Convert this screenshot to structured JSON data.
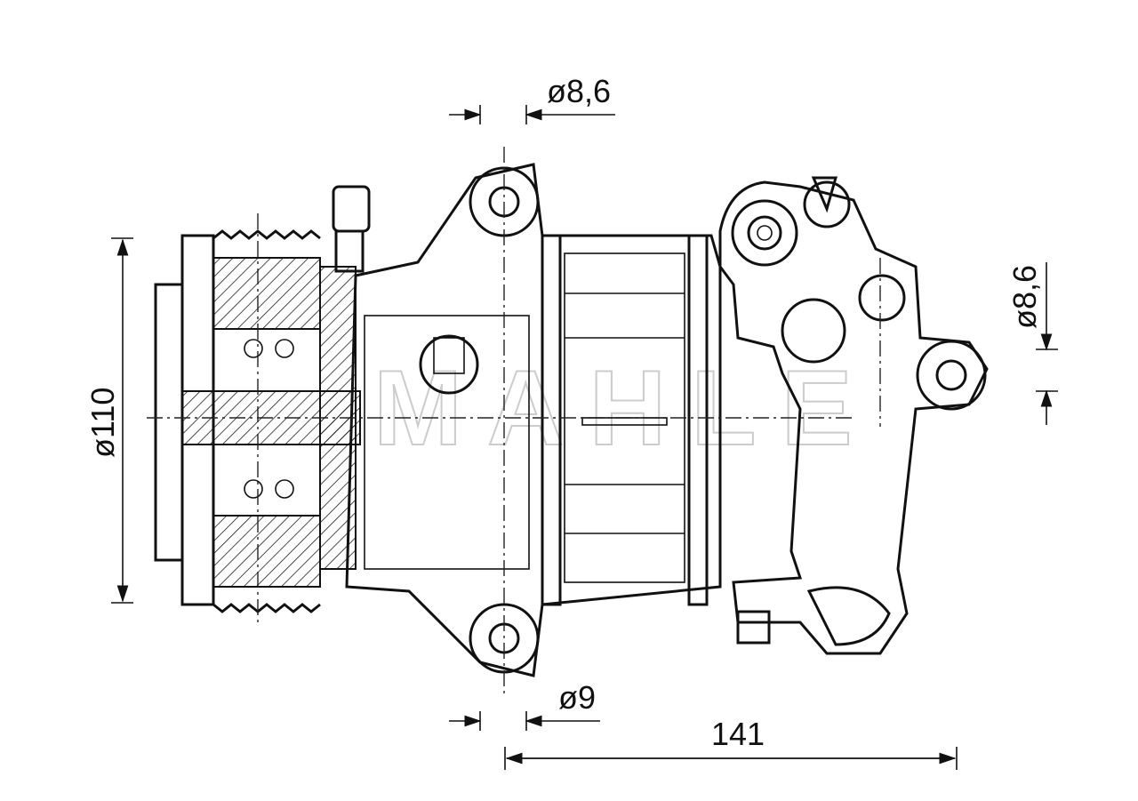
{
  "drawing": {
    "watermark": "MAHLE",
    "dimensions": {
      "top_hole_diameter": "ø8,6",
      "right_hole_diameter": "ø8,6",
      "pulley_diameter": "ø110",
      "bottom_hole_diameter": "ø9",
      "overall_length": "141"
    }
  }
}
